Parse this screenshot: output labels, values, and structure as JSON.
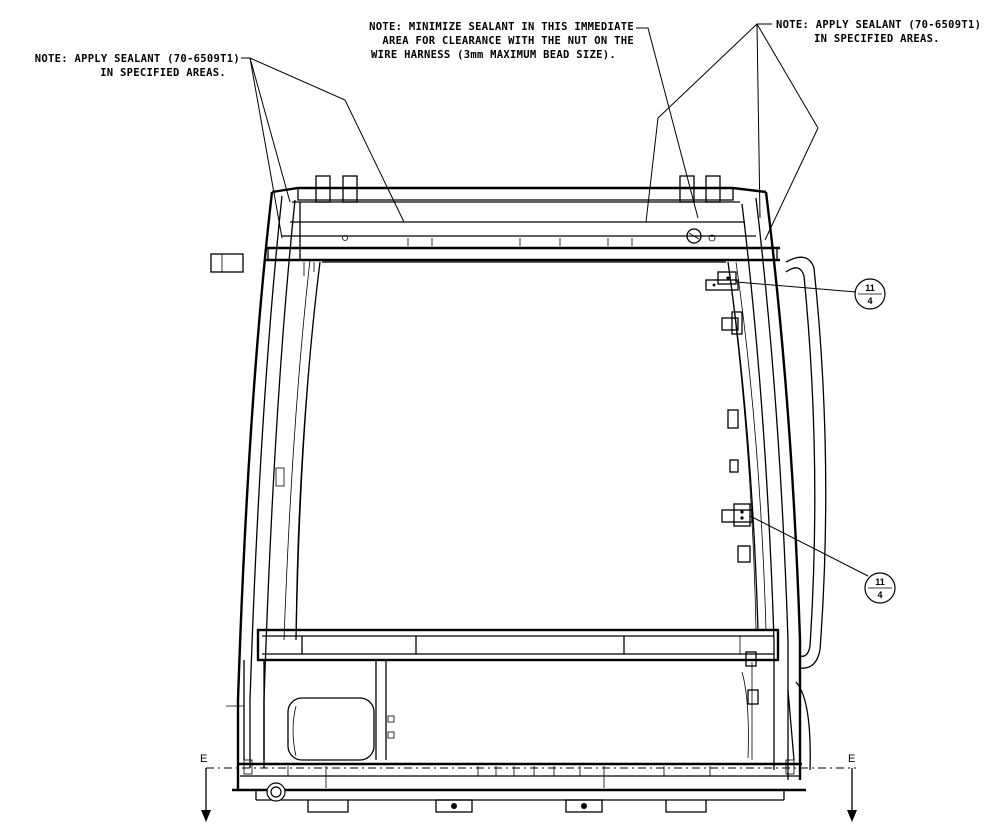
{
  "notes": {
    "left": {
      "line1": "NOTE: APPLY SEALANT (70-6509T1)",
      "line2": "IN SPECIFIED AREAS."
    },
    "center": {
      "line1": "NOTE: MINIMIZE SEALANT IN THIS IMMEDIATE",
      "line2": "AREA FOR CLEARANCE WITH THE NUT ON THE",
      "line3": "WIRE HARNESS (3mm MAXIMUM BEAD SIZE)."
    },
    "right": {
      "line1": "NOTE: APPLY SEALANT (70-6509T1)",
      "line2": "IN SPECIFIED AREAS."
    }
  },
  "callouts": [
    {
      "top": "11",
      "bottom": "4"
    },
    {
      "top": "11",
      "bottom": "4"
    }
  ],
  "section_marks": {
    "left": "E",
    "right": "E"
  }
}
